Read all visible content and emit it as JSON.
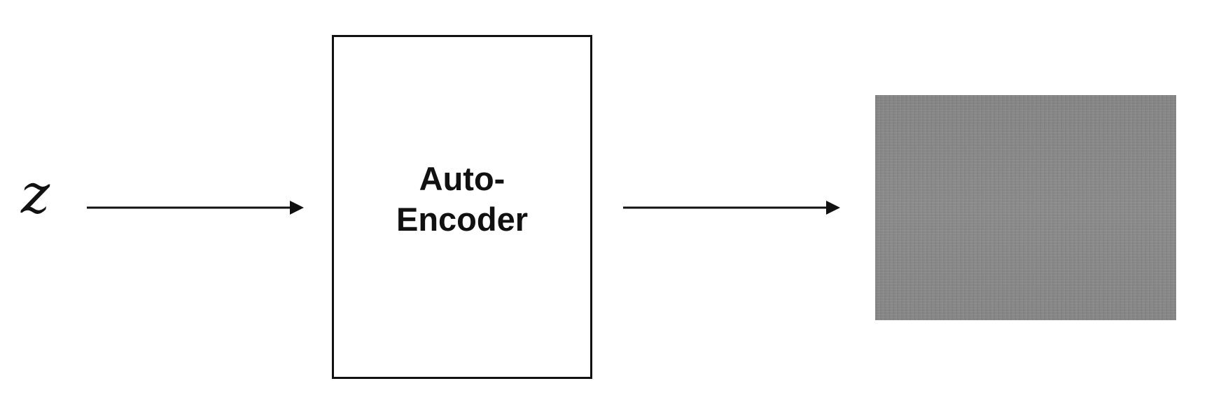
{
  "diagram": {
    "input_symbol": "z",
    "encoder_label_line1": "Auto-",
    "encoder_label_line2": "Encoder"
  },
  "icons": {
    "arrow_1": "arrow-right-icon",
    "arrow_2": "arrow-right-icon",
    "output": "noise-image-icon"
  },
  "colors": {
    "stroke": "#111111",
    "output_fill": "#8a8a8a"
  }
}
